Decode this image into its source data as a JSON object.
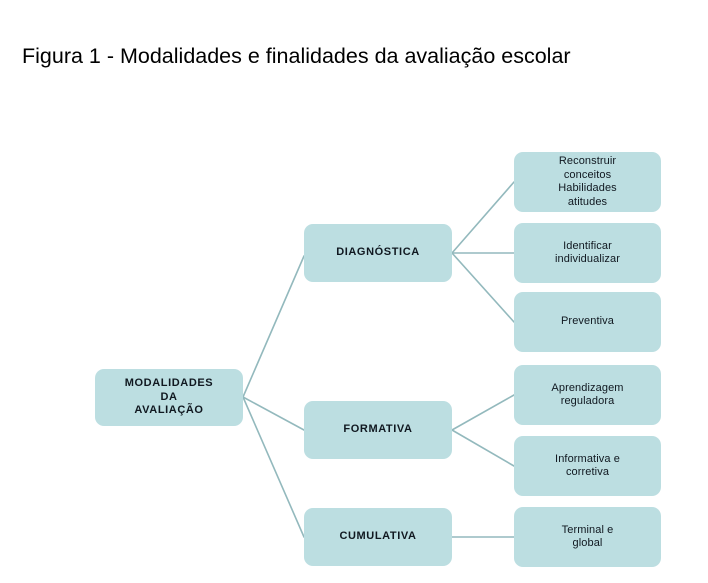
{
  "figure": {
    "title": "Figura 1 - Modalidades e finalidades da avaliação escolar"
  },
  "theme": {
    "node_fill": "#bcdee1",
    "connector_color": "#93b9bd",
    "text_color": "#101820",
    "background": "#ffffff"
  },
  "diagram": {
    "type": "tree",
    "orientation": "left-to-right",
    "root": {
      "id": "root",
      "label": "MODALIDADES\nDA\nAVALIAÇÃO",
      "bold": true
    },
    "branches": [
      {
        "id": "diagnostica",
        "label": "DIAGNÓSTICA",
        "bold": true,
        "leaves": [
          {
            "id": "reconstruir",
            "label": "Reconstruir\nconceitos\nHabilidades\natitudes"
          },
          {
            "id": "identificar",
            "label": "Identificar\nindividualizar"
          },
          {
            "id": "preventiva",
            "label": "Preventiva"
          }
        ]
      },
      {
        "id": "formativa",
        "label": "FORMATIVA",
        "bold": true,
        "leaves": [
          {
            "id": "aprendizagem",
            "label": "Aprendizagem\nreguladora"
          },
          {
            "id": "informativa",
            "label": "Informativa e\ncorretiva"
          }
        ]
      },
      {
        "id": "cumulativa",
        "label": "CUMULATIVA",
        "bold": true,
        "leaves": [
          {
            "id": "terminal",
            "label": "Terminal e\nglobal"
          }
        ]
      }
    ]
  }
}
